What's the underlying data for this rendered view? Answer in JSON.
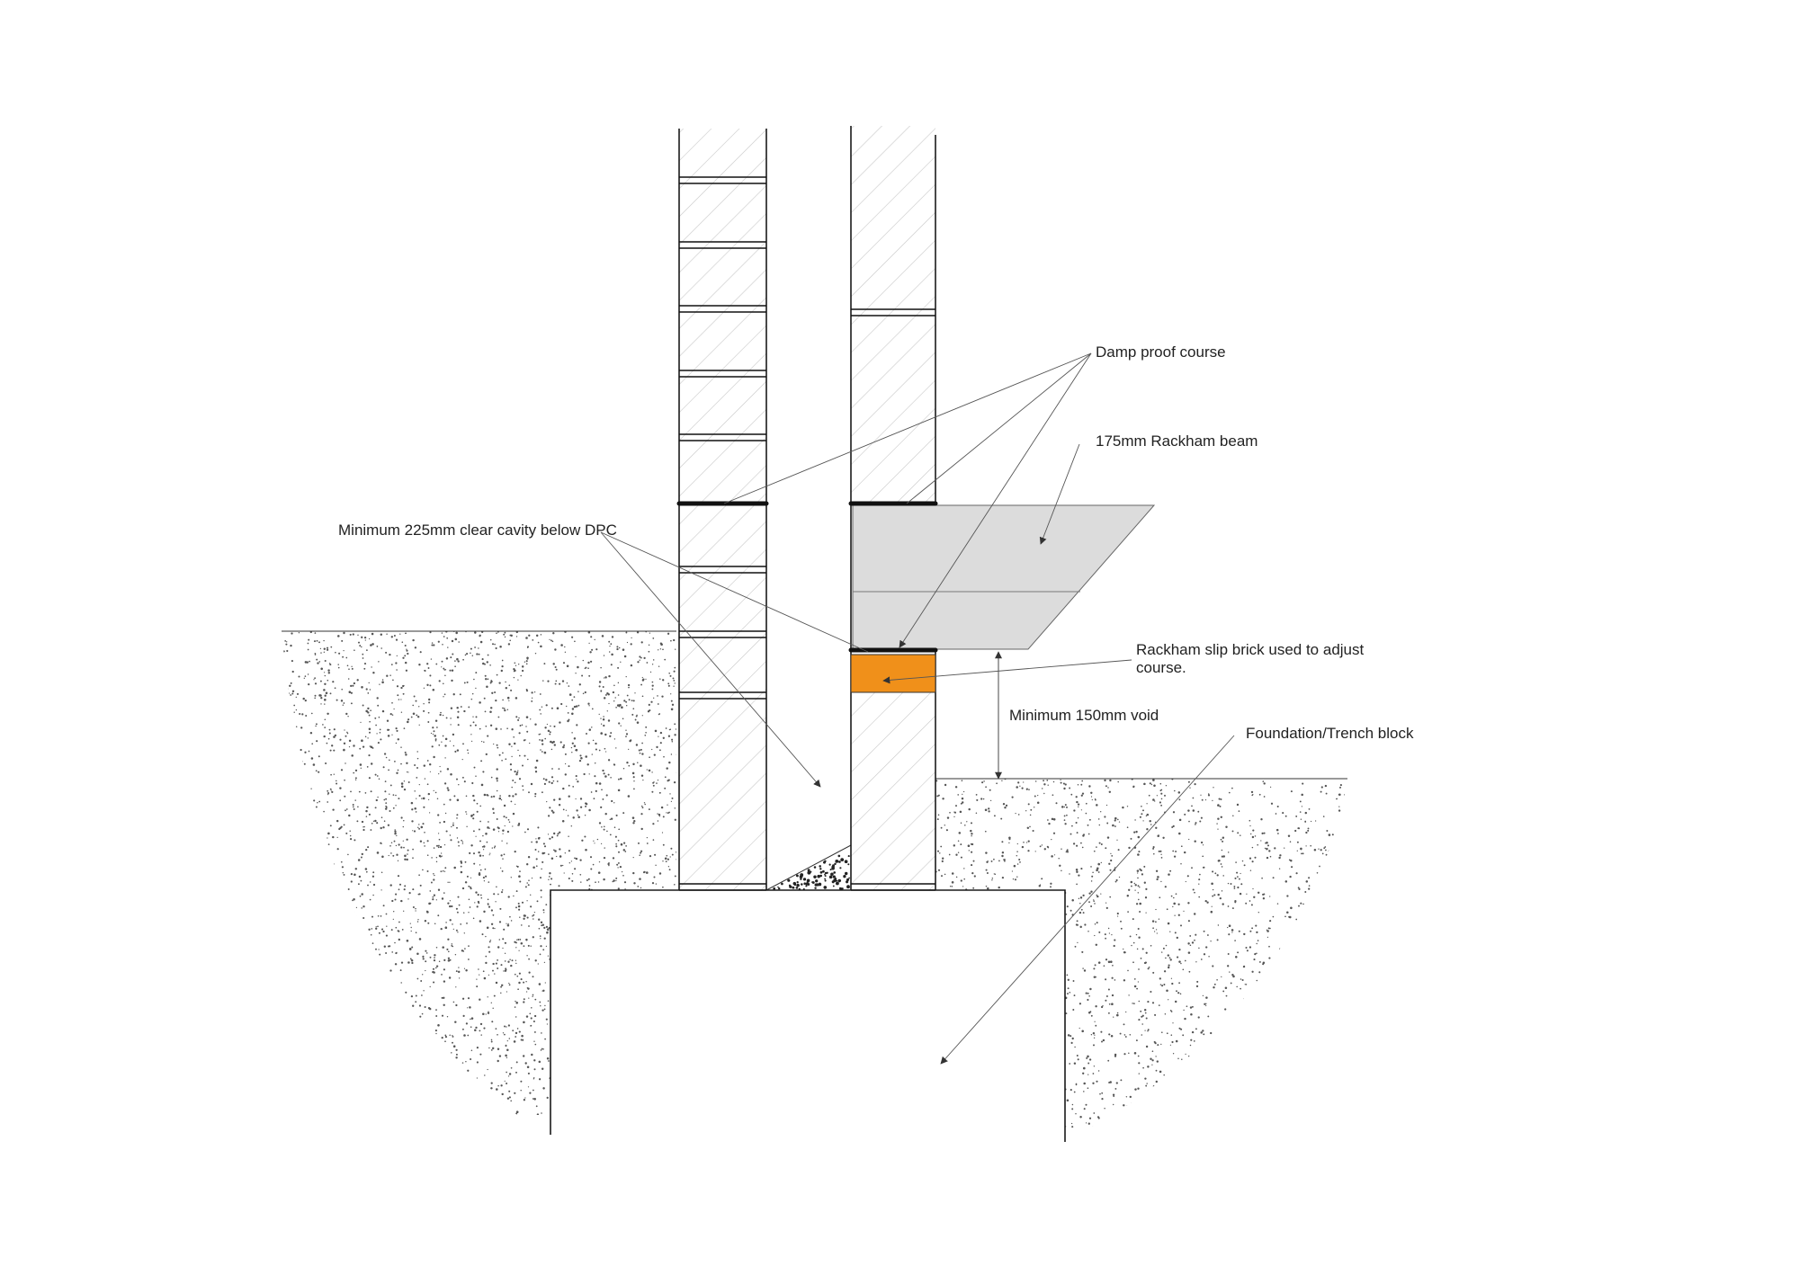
{
  "labels": {
    "damp_proof_course": "Damp proof course",
    "rackham_beam": "175mm Rackham beam",
    "min_cavity": "Minimum 225mm clear cavity below DPC",
    "slip_brick_line1": "Rackham slip brick used to adjust",
    "slip_brick_line2": "course.",
    "min_void": "Minimum 150mm void",
    "foundation_block": "Foundation/Trench block"
  },
  "colors": {
    "slip_brick": "#f0901a",
    "beam": "#dcdcdc",
    "hatch": "#c8c8c8",
    "soil_dots": "#555555",
    "line": "#1a1a1a"
  }
}
